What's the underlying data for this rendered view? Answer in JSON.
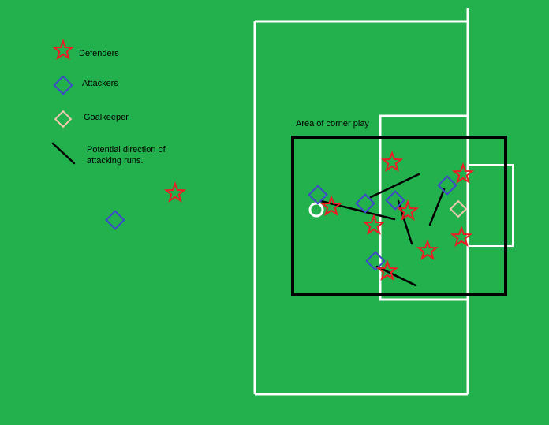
{
  "legend": {
    "defenders": "Defenders",
    "attackers": "Attackers",
    "goalkeeper": "Goalkeeper",
    "runs_line1": "Potential direction of",
    "runs_line2": "attacking runs."
  },
  "area_label": "Area of corner play",
  "colors": {
    "pitch": "#22b14c",
    "lines": "#ffffff",
    "defender": "#ed1c24",
    "attacker": "#3f48cc",
    "goalkeeper": "#efc8b0",
    "area": "#000000"
  }
}
